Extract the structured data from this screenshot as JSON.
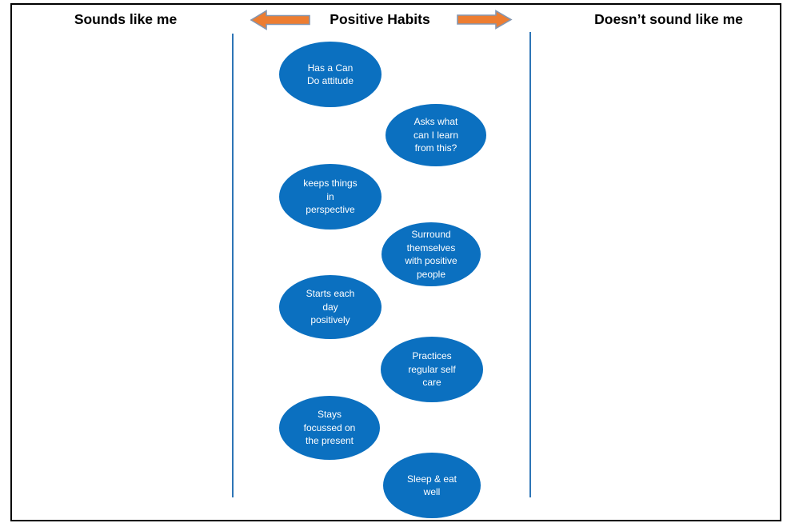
{
  "headers": {
    "left": "Sounds like me",
    "center": "Positive Habits",
    "right": "Doesn’t sound like me"
  },
  "icons": {
    "left_arrow": "left-arrow",
    "right_arrow": "right-arrow"
  },
  "colors": {
    "ellipse_fill": "#0B70C0",
    "ellipse_text": "#FFFFFF",
    "arrow_fill": "#ED7D31",
    "arrow_outline": "#8496B0",
    "divider": "#2E75B6",
    "frame": "#000000",
    "header_text": "#000000"
  },
  "ellipses": [
    {
      "label": "Has a Can\nDo attitude"
    },
    {
      "label": "Asks what\ncan I learn\nfrom this?"
    },
    {
      "label": "keeps things\nin\nperspective"
    },
    {
      "label": "Surround\nthemselves\nwith positive\npeople"
    },
    {
      "label": "Starts each\nday\npositively"
    },
    {
      "label": "Practices\nregular self\ncare"
    },
    {
      "label": "Stays\nfocussed on\nthe present"
    },
    {
      "label": "Sleep & eat\nwell"
    }
  ]
}
